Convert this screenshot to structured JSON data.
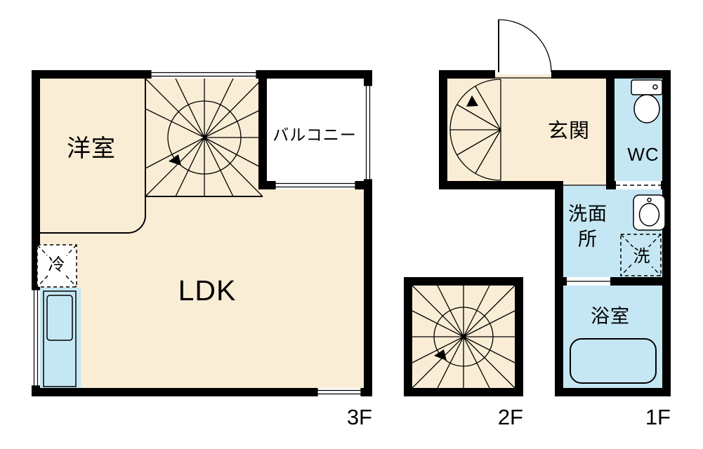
{
  "colors": {
    "room": "#FAEDD5",
    "wet": "#C5E7F3",
    "wall": "#000000",
    "background": "#FFFFFF"
  },
  "floor3": {
    "floor_label": "3F",
    "western_room": "洋室",
    "balcony": "バルコニー",
    "ldk": "LDK",
    "refrigerator": "冷"
  },
  "floor2": {
    "floor_label": "2F"
  },
  "floor1": {
    "floor_label": "1F",
    "entrance": "玄関",
    "toilet": "WC",
    "washroom": "洗面所",
    "laundry": "洗",
    "bathroom": "浴室"
  }
}
